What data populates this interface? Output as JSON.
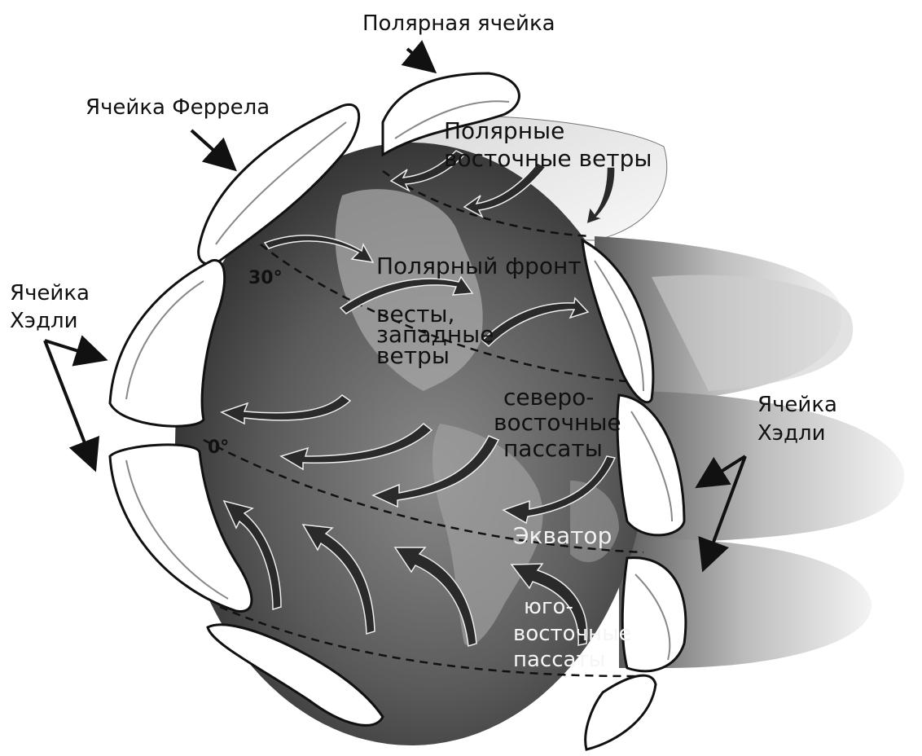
{
  "labels": {
    "polar_cell": "Полярная ячейка",
    "ferrel_cell": "Ячейка Феррела",
    "hadley_left_1": "Ячейка",
    "hadley_left_2": "Хэдли",
    "hadley_right_1": "Ячейка",
    "hadley_right_2": "Хэдли",
    "lat_30": "30°",
    "lat_0": "0°",
    "polar_easterlies_1": "Полярные",
    "polar_easterlies_2": "восточные ветры",
    "polar_front": "Полярный фронт",
    "westerlies_1": "весты,",
    "westerlies_2": "западные",
    "westerlies_3": "ветры",
    "ne_trades_1": "северо-",
    "ne_trades_2": "восточные",
    "ne_trades_3": "пассаты",
    "equator": "Экватор",
    "se_trades_1": "юго-",
    "se_trades_2": "восточные",
    "se_trades_3": "пассаты"
  },
  "colors": {
    "cell_fill": "#ffffff",
    "cell_stroke": "#111111",
    "arrow_fill": "#2a2a2a",
    "globe_dark": "#3c3c3c",
    "globe_light": "#9a9a9a"
  }
}
